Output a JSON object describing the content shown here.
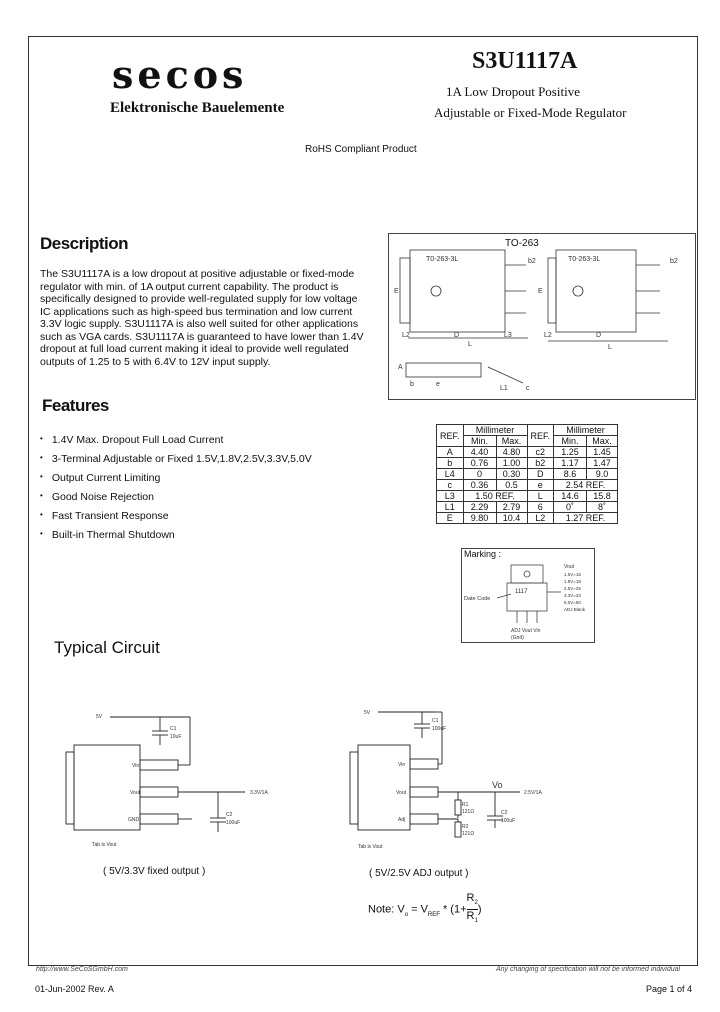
{
  "header": {
    "logo": "secos",
    "company": "Elektronische Bauelemente",
    "part": "S3U1117A",
    "subtitle_1": "1A Low Dropout  Positive",
    "subtitle_2": "Adjustable or Fixed-Mode Regulator",
    "rohs": "RoHS Compliant Product"
  },
  "description": {
    "heading": "Description",
    "lines": [
      "The S3U1117A is a low dropout at positive adjustable or fixed-mode",
      "regulator with min. of 1A output current capability. The product is",
      "specifically designed to provide well-regulated supply for low voltage",
      "IC applications such as high-speed bus termination and low current",
      "3.3V logic supply. S3U1117A is also well suited for other applications",
      "such as VGA cards. S3U1117A is guaranteed to have lower than 1.4V",
      "dropout at full load current making it ideal to provide well regulated",
      "outputs of 1.25 to 5 with 6.4V to 12V input supply."
    ]
  },
  "features": {
    "heading": "Features",
    "items": [
      "1.4V Max. Dropout Full Load Current",
      "3-Terminal Adjustable or  Fixed 1.5V,1.8V,2.5V,3.3V,5.0V",
      "Output Current Limiting",
      "Good Noise Rejection",
      "Fast Transient Response",
      "Built-in Thermal Shutdown"
    ]
  },
  "package": {
    "title": "TO-263",
    "labels": [
      "T0-263-3L",
      "T0-263-3L",
      "b2",
      "b2",
      "E",
      "E",
      "L2",
      "D",
      "L3",
      "L",
      "L2",
      "D",
      "L",
      "A",
      "b",
      "e",
      "L1",
      "c"
    ]
  },
  "dim_table": {
    "header": [
      "REF.",
      "Millimeter",
      "REF.",
      "Millimeter"
    ],
    "subheader": [
      "Min.",
      "Max.",
      "Min.",
      "Max."
    ],
    "rows": [
      [
        "A",
        "4.40",
        "4.80",
        "c2",
        "1.25",
        "1.45"
      ],
      [
        "b",
        "0.76",
        "1.00",
        "b2",
        "1.17",
        "1.47"
      ],
      [
        "L4",
        "0",
        "0.30",
        "D",
        "8.6",
        "9.0"
      ],
      [
        "c",
        "0.36",
        "0.5",
        "e",
        "2.54 REF.",
        ""
      ],
      [
        "L3",
        "1.50 REF.",
        "",
        "L",
        "14.6",
        "15.8"
      ],
      [
        "L1",
        "2.29",
        "2.79",
        "6",
        "0˚",
        "8˚"
      ],
      [
        "E",
        "9.80",
        "10.4",
        "L2",
        "1.27 REF.",
        ""
      ]
    ]
  },
  "marking": {
    "title": "Marking :",
    "date_code": "Date Code",
    "chip_text": "1117",
    "vout_title": "Vout",
    "vout_options": [
      "1.5V=15",
      "1.8V=18",
      "2.5V=25",
      "3.3V=33",
      "5.0V=50",
      "ADJ Blank"
    ],
    "pins": "ADJ Vout Vin",
    "gnd": "(Gnd)"
  },
  "typical_circuit": {
    "heading": "Typical Circuit",
    "left": {
      "input": "5V",
      "c1_name": "C1",
      "c1_value": "10uF",
      "pin_vin": "Vin",
      "pin_vout": "Vout",
      "pin_gnd": "GND",
      "output": "3.3V/1A",
      "c2_name": "C2",
      "c2_value": "100uF",
      "tab": "Tab is Vout",
      "caption": "( 5V/3.3V fixed output )"
    },
    "right": {
      "input": "5V",
      "c1_name": "C1",
      "c1_value": "100uF",
      "pin_vin": "Vin",
      "pin_vout": "Vout",
      "pin_adj": "Adj",
      "vo": "Vo",
      "output": "2.5V/1A",
      "r1": "R1",
      "r1_value": "121Ω",
      "r2": "R2",
      "r2_value": "121Ω",
      "c2_name": "C2",
      "c2_value": "100uF",
      "tab": "Tab is Vout",
      "caption": "( 5V/2.5V ADJ output )"
    },
    "note_prefix": "Note: V",
    "note_sub_o": "o",
    "note_eq": " = V",
    "note_sub_ref": "REF",
    "note_mid": " * (1+",
    "note_num": "R",
    "note_num_sub": "2",
    "note_den": "R",
    "note_den_sub": "1",
    "note_end": ")"
  },
  "footer": {
    "url": "http://www.SeCoSGmbH.com",
    "disclaimer": "Any changing of specification will not be informed individual",
    "date_rev": "01-Jun-2002  Rev. A",
    "page": "Page 1 of 4"
  }
}
